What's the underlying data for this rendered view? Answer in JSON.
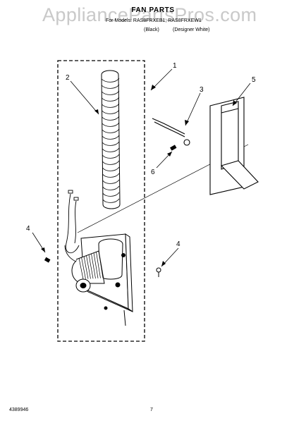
{
  "header": {
    "watermark": "AppliancePartsPros.com",
    "title": "FAN PARTS",
    "subtitle": "For Models: RAS8FRXEB1, RAS8FRXEW1",
    "variants": [
      "(Black)",
      "(Designer White)"
    ]
  },
  "callouts": [
    "1",
    "2",
    "3",
    "4",
    "4",
    "5",
    "6"
  ],
  "footer": {
    "doc_number": "4389946",
    "page_number": "7"
  }
}
